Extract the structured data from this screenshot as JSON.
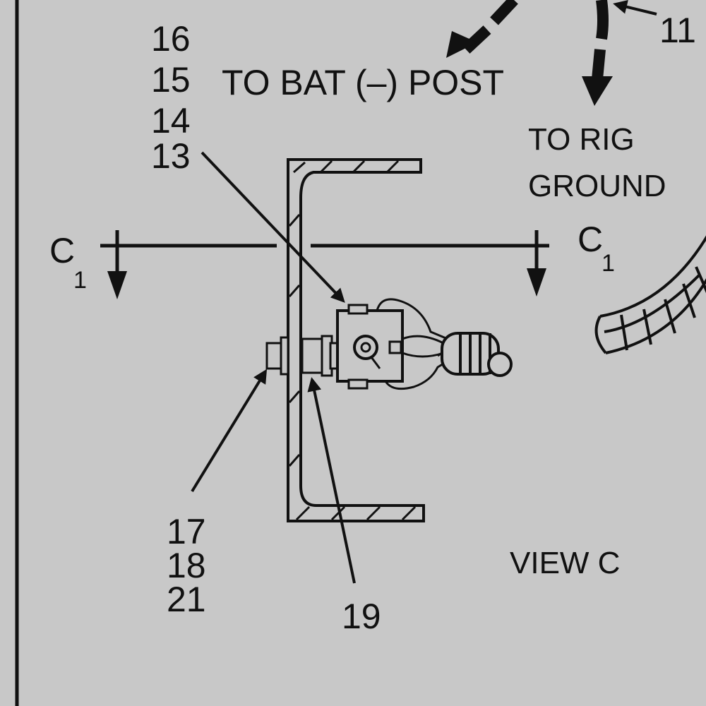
{
  "title": "VIEW C",
  "callouts": {
    "bat_post": "TO BAT (–) POST",
    "rig_ground_line1": "TO RIG",
    "rig_ground_line2": "GROUND"
  },
  "item_numbers": {
    "n11": "11",
    "n16": "16",
    "n15": "15",
    "n14": "14",
    "n13": "13",
    "n17": "17",
    "n18": "18",
    "n21": "21",
    "n19": "19"
  },
  "section_marker": {
    "letter": "C",
    "index": "1"
  },
  "colors": {
    "background": "#c8c8c8",
    "ink": "#111111"
  }
}
